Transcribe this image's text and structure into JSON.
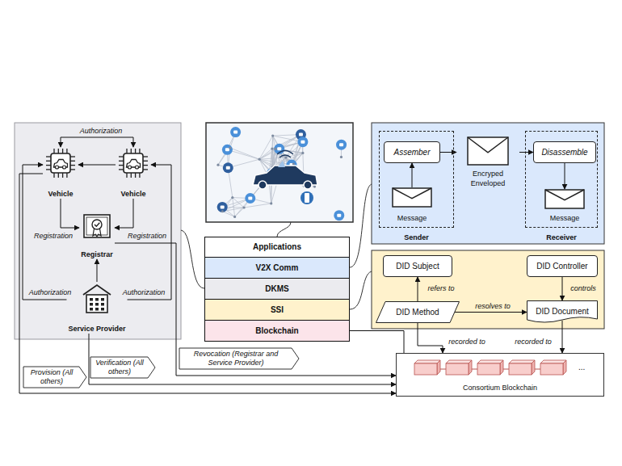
{
  "diagram": {
    "nodes": [
      {
        "text": [
          "Vehicle"
        ]
      },
      {
        "text": [
          "Vehicle"
        ]
      },
      {
        "text": [
          "Registrar"
        ]
      },
      {
        "text": [
          "Service Provider"
        ]
      },
      {
        "text": [
          "Applications"
        ]
      },
      {
        "text": [
          "V2X Comm"
        ]
      },
      {
        "text": [
          "DKMS"
        ]
      },
      {
        "text": [
          "SSI"
        ]
      },
      {
        "text": [
          "Blockchain"
        ]
      },
      {
        "text": [
          "Sender"
        ]
      },
      {
        "text": [
          "Assember"
        ],
        "in": 9
      },
      {
        "text": [
          "Message"
        ],
        "in": 9
      },
      {
        "text": [
          "Encryped Enveloped"
        ]
      },
      {
        "text": [
          "Receiver"
        ]
      },
      {
        "text": [
          "Disassemble"
        ],
        "in": 13
      },
      {
        "text": [
          "Message"
        ],
        "in": 13
      },
      {
        "text": [
          "DID Subject"
        ]
      },
      {
        "text": [
          "DID Controller"
        ]
      },
      {
        "text": [
          "DID Method"
        ]
      },
      {
        "text": [
          "DID Document"
        ]
      },
      {
        "text": [
          "Consortium Blockchain"
        ]
      }
    ],
    "edges": [
      {
        "from": 0,
        "to": 1,
        "label": "Authorization",
        "arrow": "both"
      },
      {
        "from": 1,
        "to": 0,
        "arrow": "to"
      },
      {
        "from": 0,
        "to": 2,
        "label": "Registration",
        "arrow": "to"
      },
      {
        "from": 1,
        "to": 2,
        "label": "Registration",
        "arrow": "to"
      },
      {
        "from": 3,
        "to": 2,
        "arrow": "to"
      },
      {
        "from": 3,
        "to": 0,
        "label": "Authorization",
        "arrow": "to"
      },
      {
        "from": 3,
        "to": 1,
        "label": "Authorization",
        "arrow": "to"
      },
      {
        "from": 11,
        "to": 10,
        "arrow": "to"
      },
      {
        "from": 10,
        "to": 12,
        "arrow": "to"
      },
      {
        "from": 12,
        "to": 14,
        "arrow": "to"
      },
      {
        "from": 14,
        "to": 15,
        "arrow": "to"
      },
      {
        "from": 18,
        "to": 16,
        "label": "refers to",
        "arrow": "to"
      },
      {
        "from": 18,
        "to": 19,
        "label": "resolves to",
        "arrow": "to"
      },
      {
        "from": 17,
        "to": 19,
        "label": "controls",
        "arrow": "to"
      },
      {
        "from": 18,
        "to": 20,
        "label": "recorded to",
        "arrow": "to"
      },
      {
        "from": 19,
        "to": 20,
        "label": "recorded to",
        "arrow": "to"
      },
      {
        "from": 8,
        "to": 20,
        "arrow": "none"
      },
      {
        "from": 2,
        "to": 20,
        "label": "Revocation (Registrar and Service Provider)",
        "arrow": "to"
      },
      {
        "from": 3,
        "to": 20,
        "label": "Verification (All others)",
        "arrow": "to"
      },
      {
        "from": 0,
        "to": 20,
        "label": "Provision (All others)",
        "arrow": "to"
      }
    ],
    "labels": [
      "..."
    ]
  }
}
